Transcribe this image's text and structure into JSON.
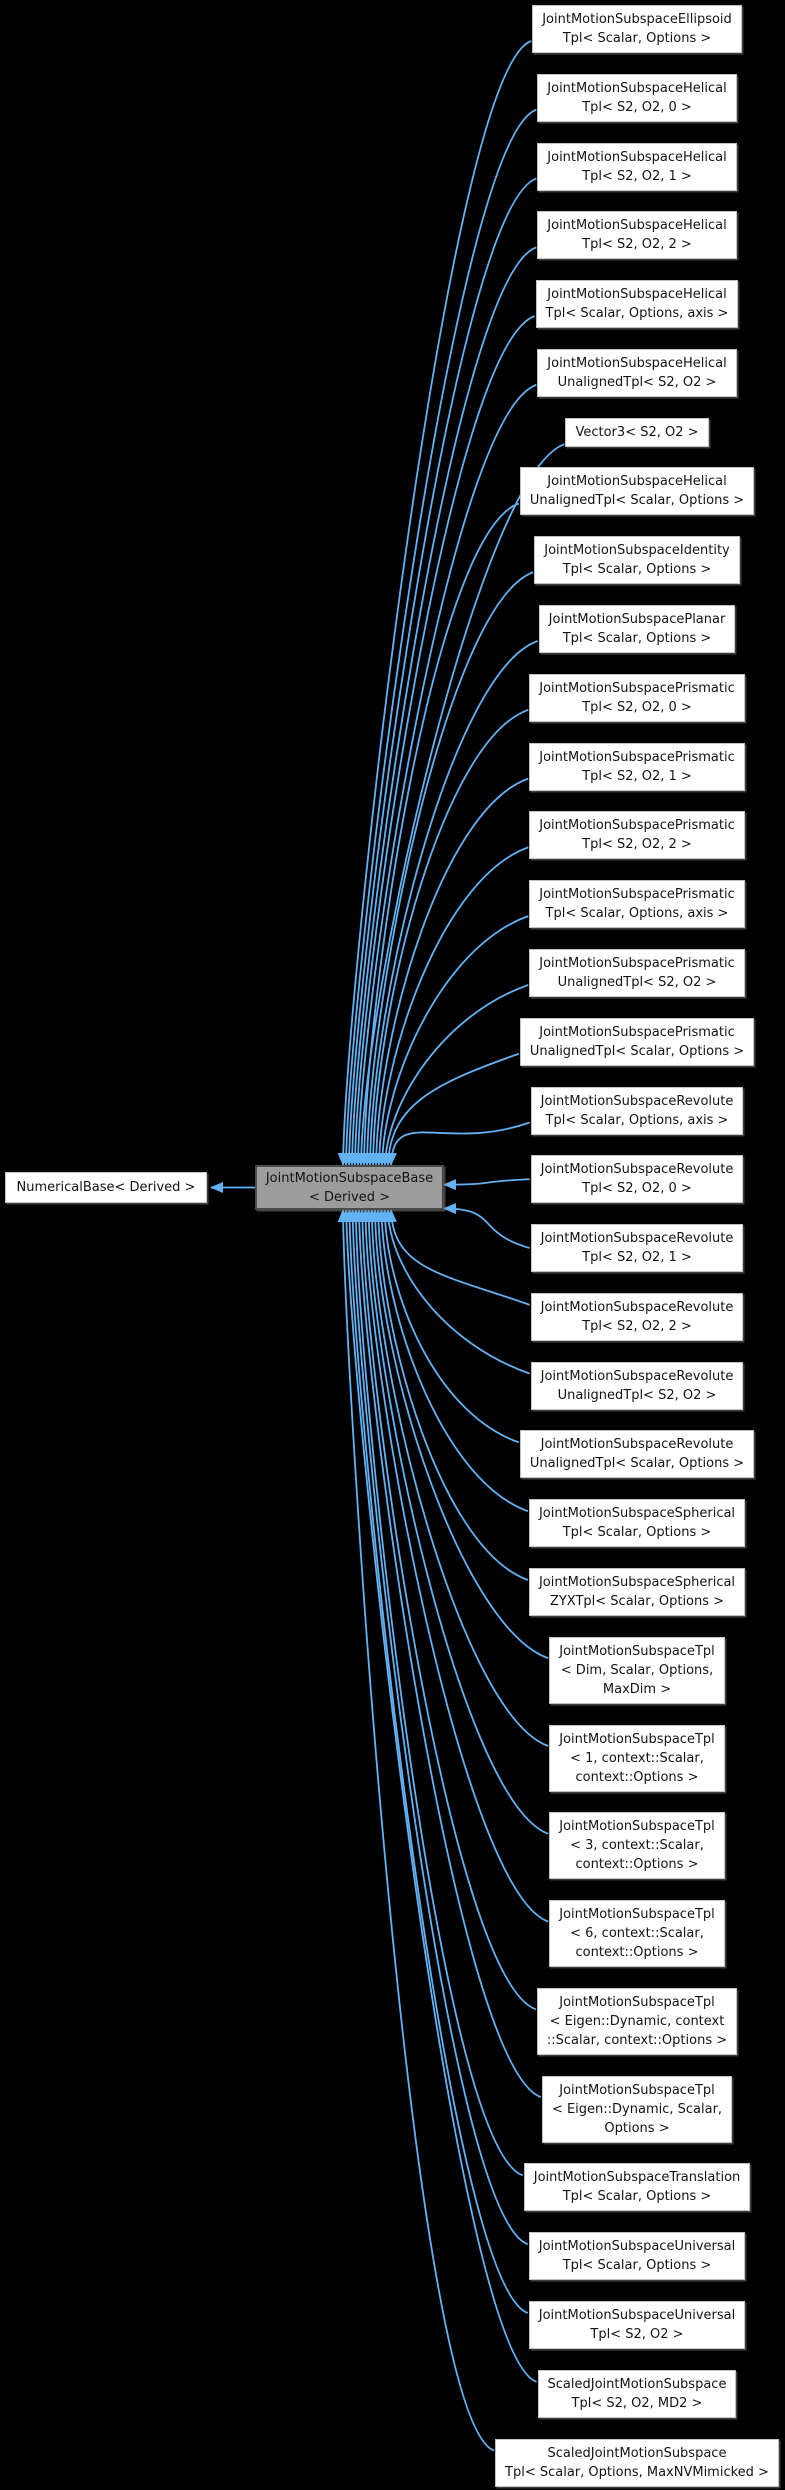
{
  "diagram": {
    "title": "JointMotionSubspaceBase inheritance graph",
    "base_node": {
      "text": "NumericalBase< Derived >"
    },
    "center_node": {
      "text": "JointMotionSubspaceBase\n< Derived >"
    },
    "derived_nodes": [
      {
        "text": "JointMotionSubspaceEllipsoid\nTpl< Scalar, Options >"
      },
      {
        "text": "JointMotionSubspaceHelical\nTpl< S2, O2, 0 >"
      },
      {
        "text": "JointMotionSubspaceHelical\nTpl< S2, O2, 1 >"
      },
      {
        "text": "JointMotionSubspaceHelical\nTpl< S2, O2, 2 >"
      },
      {
        "text": "JointMotionSubspaceHelical\nTpl< Scalar, Options, axis >"
      },
      {
        "text": "JointMotionSubspaceHelical\nUnalignedTpl< S2, O2 >"
      },
      {
        "text": "Vector3< S2, O2 >"
      },
      {
        "text": "JointMotionSubspaceHelical\nUnalignedTpl< Scalar, Options >"
      },
      {
        "text": "JointMotionSubspaceIdentity\nTpl< Scalar, Options >"
      },
      {
        "text": "JointMotionSubspacePlanar\nTpl< Scalar, Options >"
      },
      {
        "text": "JointMotionSubspacePrismatic\nTpl< S2, O2, 0 >"
      },
      {
        "text": "JointMotionSubspacePrismatic\nTpl< S2, O2, 1 >"
      },
      {
        "text": "JointMotionSubspacePrismatic\nTpl< S2, O2, 2 >"
      },
      {
        "text": "JointMotionSubspacePrismatic\nTpl< Scalar, Options, axis >"
      },
      {
        "text": "JointMotionSubspacePrismatic\nUnalignedTpl< S2, O2 >"
      },
      {
        "text": "JointMotionSubspacePrismatic\nUnalignedTpl< Scalar, Options >"
      },
      {
        "text": "JointMotionSubspaceRevolute\nTpl< Scalar, Options, axis >"
      },
      {
        "text": "JointMotionSubspaceRevolute\nTpl< S2, O2, 0 >"
      },
      {
        "text": "JointMotionSubspaceRevolute\nTpl< S2, O2, 1 >"
      },
      {
        "text": "JointMotionSubspaceRevolute\nTpl< S2, O2, 2 >"
      },
      {
        "text": "JointMotionSubspaceRevolute\nUnalignedTpl< S2, O2 >"
      },
      {
        "text": "JointMotionSubspaceRevolute\nUnalignedTpl< Scalar, Options >"
      },
      {
        "text": "JointMotionSubspaceSpherical\nTpl< Scalar, Options >"
      },
      {
        "text": "JointMotionSubspaceSpherical\nZYXTpl< Scalar, Options >"
      },
      {
        "text": "JointMotionSubspaceTpl\n< Dim, Scalar, Options,\nMaxDim >"
      },
      {
        "text": "JointMotionSubspaceTpl\n< 1, context::Scalar,\ncontext::Options >"
      },
      {
        "text": "JointMotionSubspaceTpl\n< 3, context::Scalar,\ncontext::Options >"
      },
      {
        "text": "JointMotionSubspaceTpl\n< 6, context::Scalar,\ncontext::Options >"
      },
      {
        "text": "JointMotionSubspaceTpl\n< Eigen::Dynamic, context\n::Scalar, context::Options >"
      },
      {
        "text": "JointMotionSubspaceTpl\n< Eigen::Dynamic, Scalar,\nOptions >"
      },
      {
        "text": "JointMotionSubspaceTranslation\nTpl< Scalar, Options >"
      },
      {
        "text": "JointMotionSubspaceUniversal\nTpl< Scalar, Options >"
      },
      {
        "text": "JointMotionSubspaceUniversal\nTpl< S2, O2 >"
      },
      {
        "text": "ScaledJointMotionSubspace\nTpl< S2, O2, MD2 >"
      },
      {
        "text": "ScaledJointMotionSubspace\nTpl< Scalar, Options, MaxNVMimicked >"
      }
    ],
    "colors": {
      "background": "#000000",
      "arrow": "#63b2f4",
      "node_bg": "#ffffff",
      "node_border": "#c2c2c2",
      "node_text": "#141414",
      "center_bg": "#9c9c9c",
      "center_border": "#4a4a4a"
    }
  }
}
